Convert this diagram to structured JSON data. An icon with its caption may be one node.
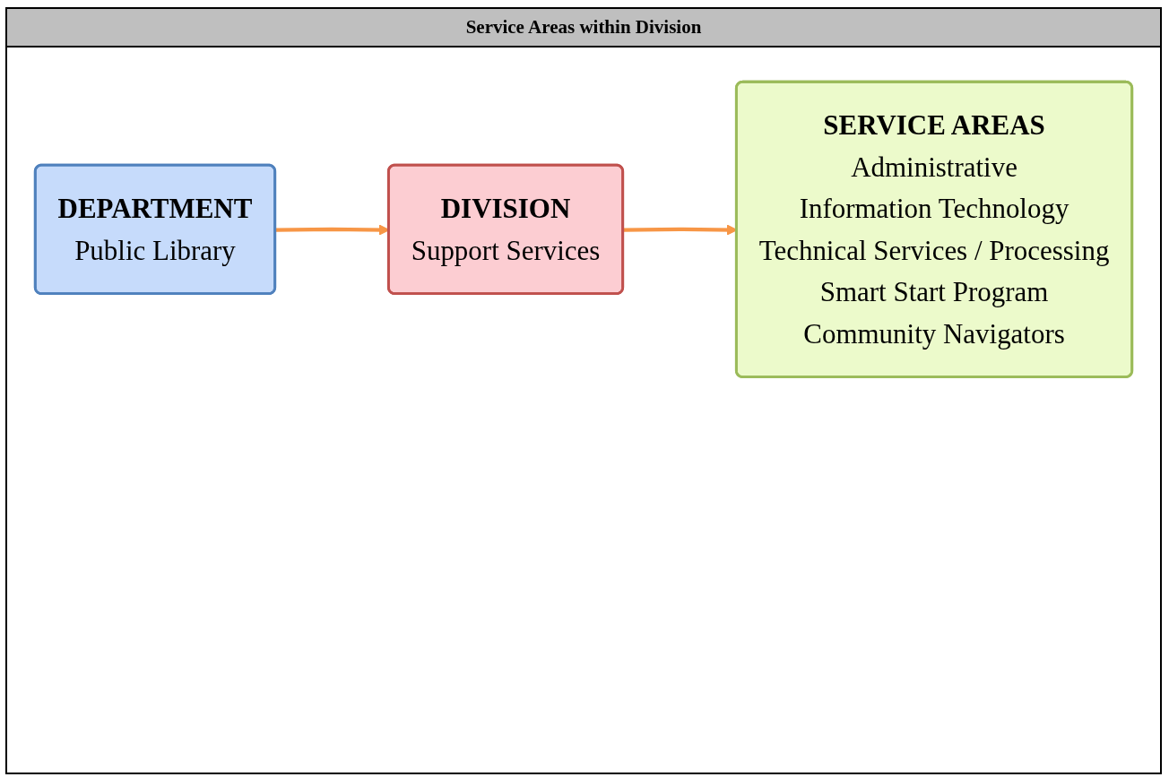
{
  "diagram": {
    "title": "Service Areas within Division",
    "nodes": [
      {
        "text": [
          "DEPARTMENT",
          "Public Library"
        ]
      },
      {
        "text": [
          "DIVISION",
          "Support Services"
        ]
      },
      {
        "text": [
          "SERVICE AREAS",
          "Administrative",
          "Information Technology",
          "Technical Services / Processing",
          "Smart Start Program",
          "Community Navigators"
        ]
      }
    ],
    "edges": [
      {
        "from": 0,
        "to": 1,
        "arrow": "to",
        "color": "#f79646"
      },
      {
        "from": 1,
        "to": 2,
        "arrow": "to",
        "color": "#f79646"
      }
    ]
  }
}
